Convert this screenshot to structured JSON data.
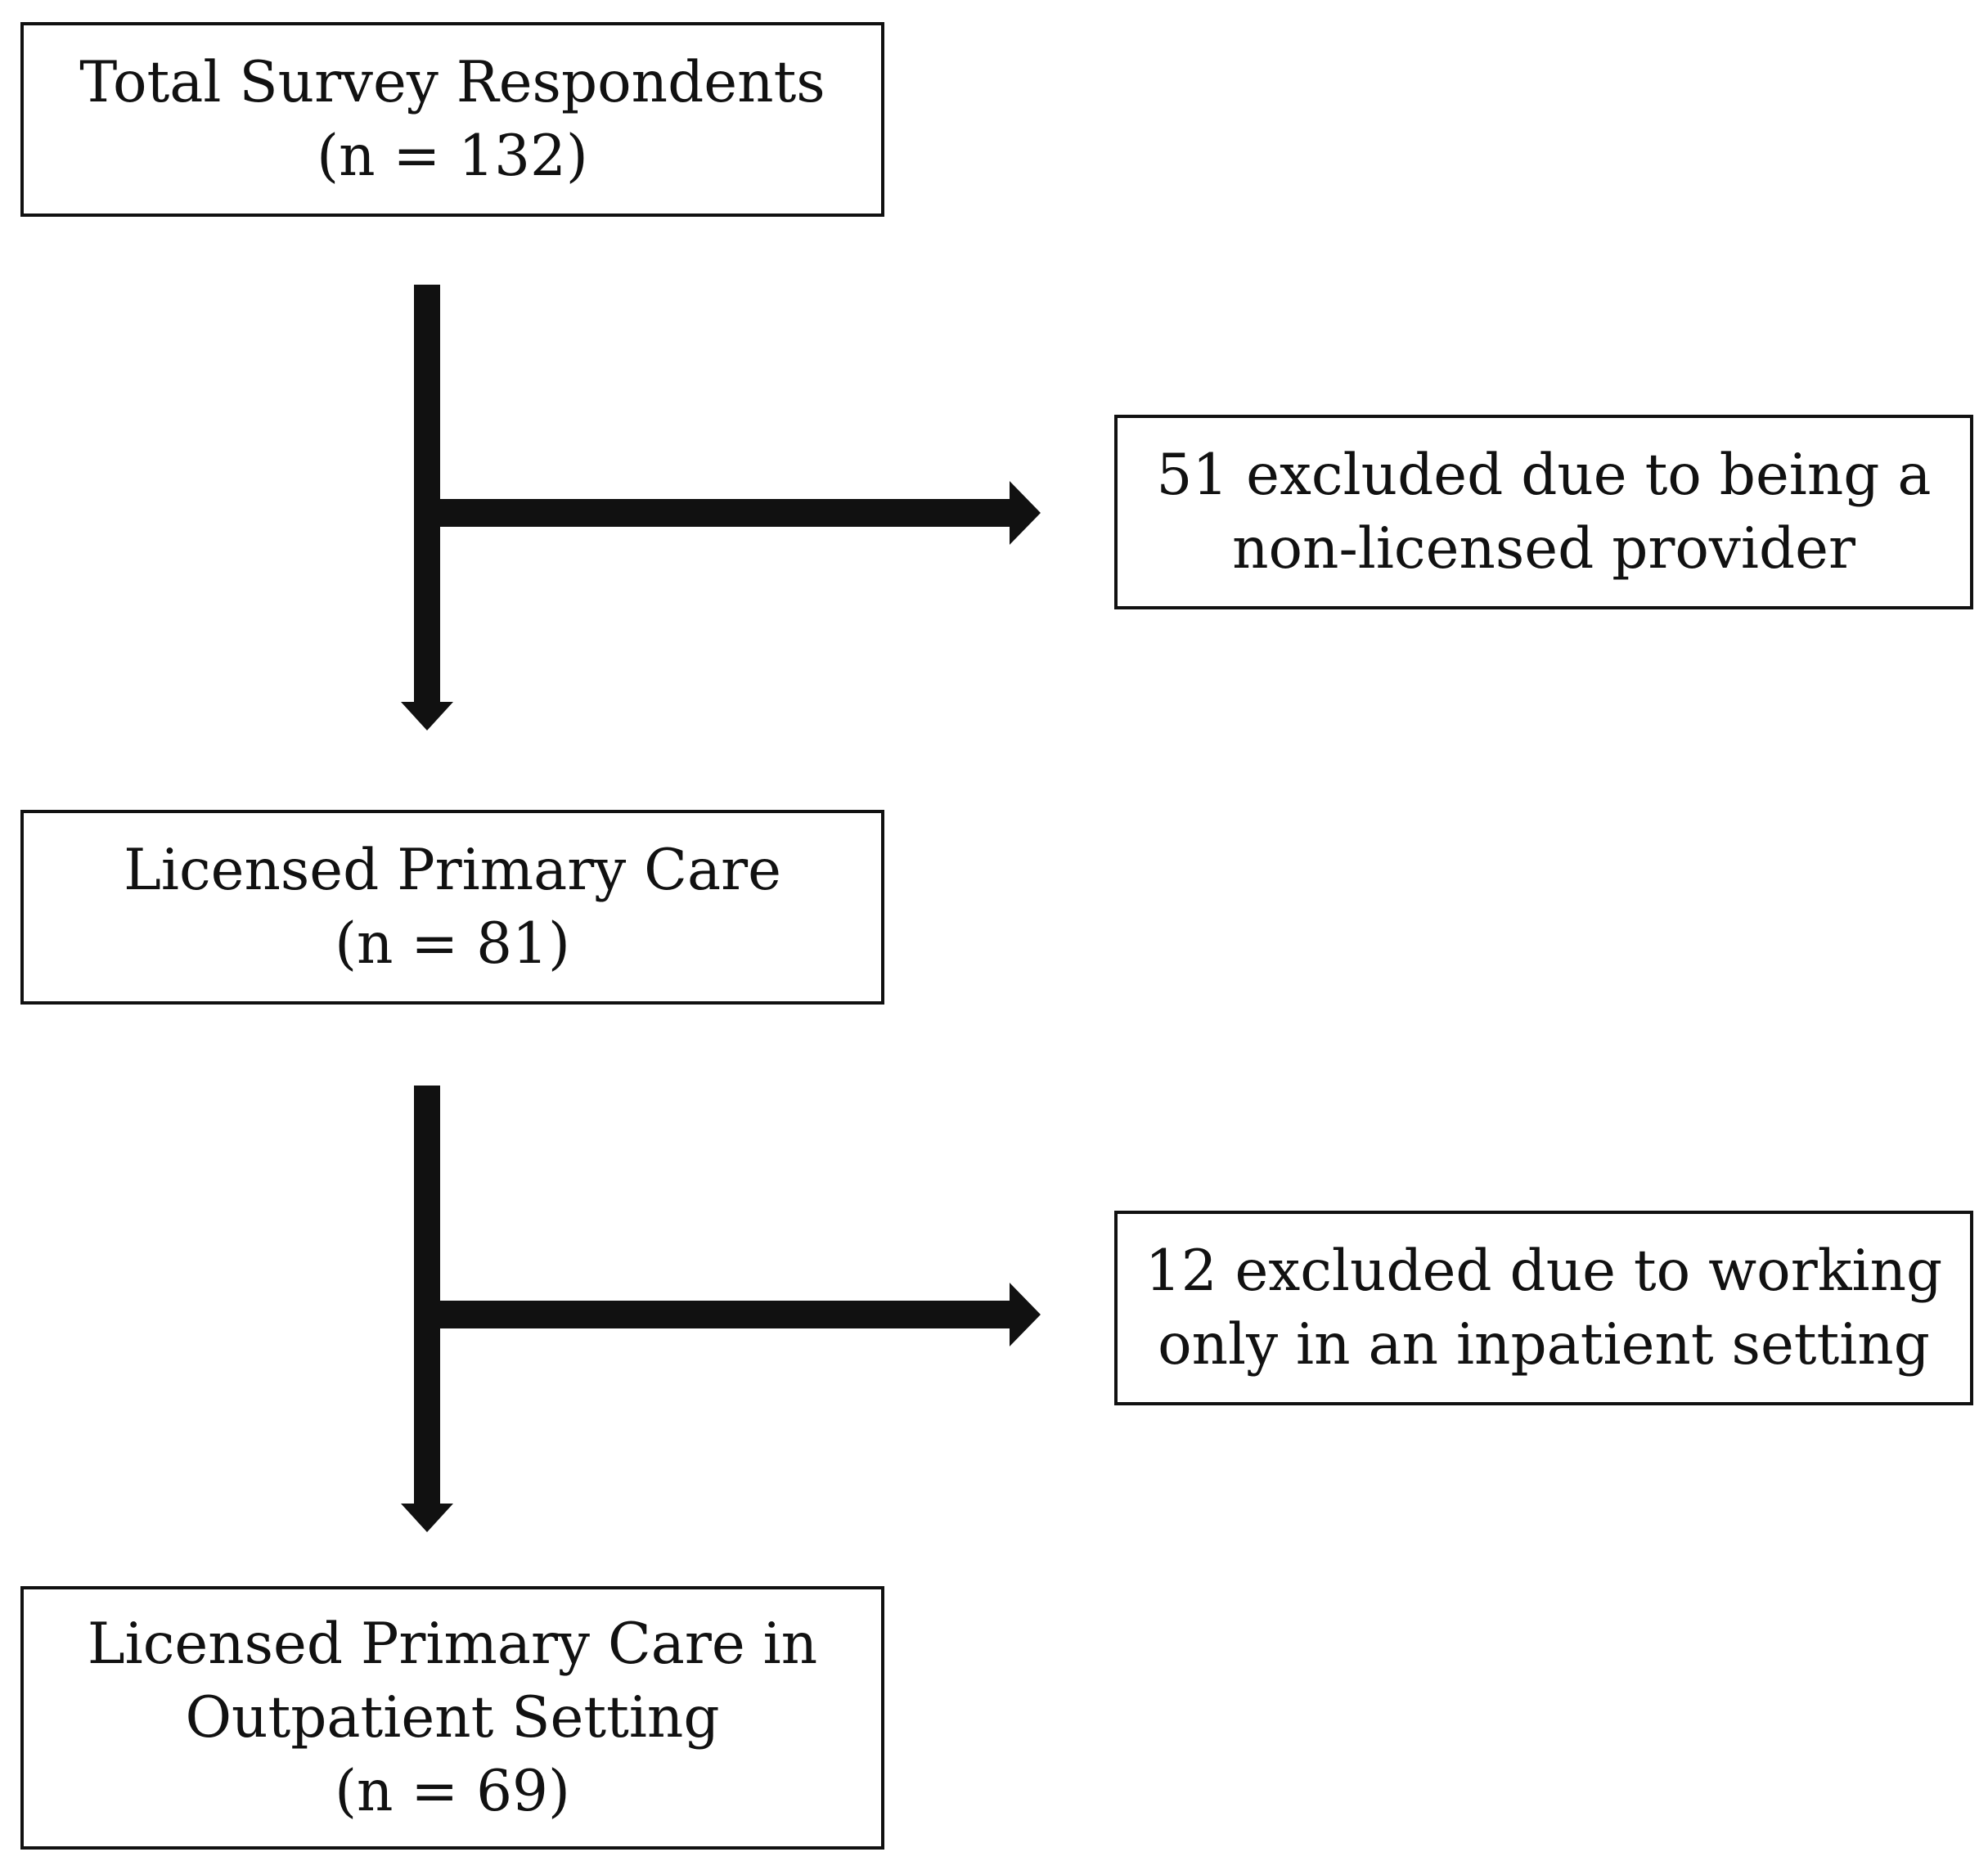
{
  "diagram": {
    "nodes": {
      "total": {
        "lines": [
          "Total Survey Respondents",
          "(n = 132)"
        ]
      },
      "excluded_1": {
        "lines": [
          "51 excluded due to being a",
          "non-licensed provider"
        ]
      },
      "licensed": {
        "lines": [
          "Licensed Primary Care",
          "(n = 81)"
        ]
      },
      "excluded_2": {
        "lines": [
          "12 excluded due to working",
          "only in an inpatient setting"
        ]
      },
      "final": {
        "lines": [
          "Licensed Primary Care in",
          "Outpatient Setting",
          "(n = 69)"
        ]
      }
    },
    "edges": [
      {
        "from": "total",
        "to": "licensed"
      },
      {
        "from": "total",
        "to": "excluded_1"
      },
      {
        "from": "licensed",
        "to": "final"
      },
      {
        "from": "licensed",
        "to": "excluded_2"
      }
    ],
    "colors": {
      "stroke": "#111111",
      "background": "#ffffff"
    }
  }
}
